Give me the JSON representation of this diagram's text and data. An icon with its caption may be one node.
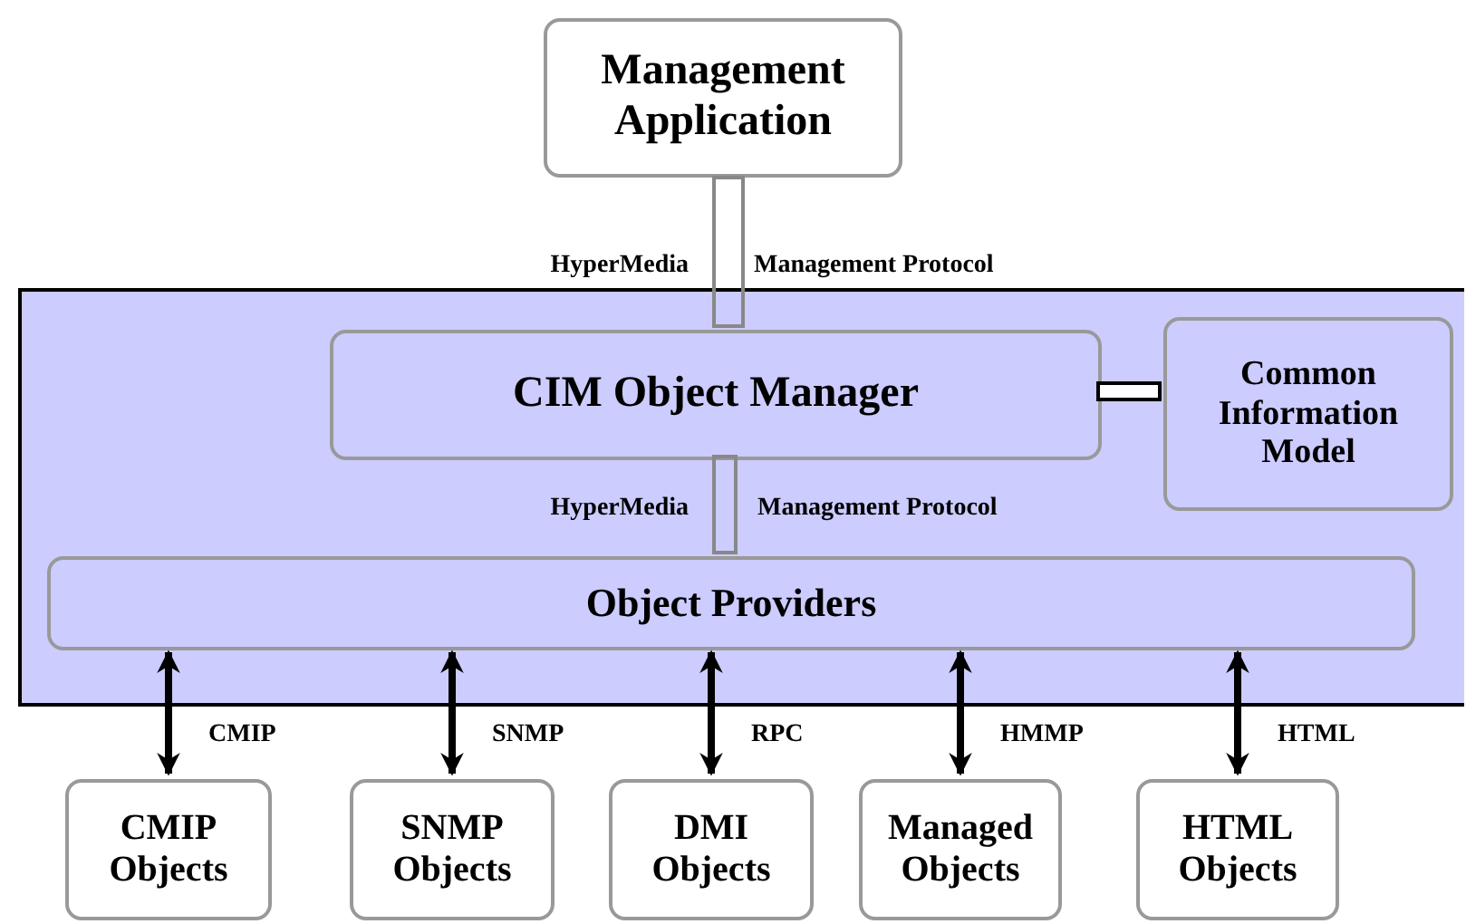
{
  "diagram": {
    "nodes": [
      {
        "text": [
          "Management Application"
        ]
      },
      {
        "text": [],
        "shape": "box"
      },
      {
        "text": [
          "CIM Object Manager"
        ],
        "in": 1
      },
      {
        "text": [
          "Common Information Model"
        ],
        "in": 1
      },
      {
        "text": [
          "Object Providers"
        ],
        "in": 1
      },
      {
        "text": [
          "CMIP Objects"
        ]
      },
      {
        "text": [
          "SNMP Objects"
        ]
      },
      {
        "text": [
          "DMI Objects"
        ]
      },
      {
        "text": [
          "Managed Objects"
        ]
      },
      {
        "text": [
          "HTML Objects"
        ]
      }
    ],
    "edges": [
      {
        "from": 0,
        "to": 2,
        "arrow": "none"
      },
      {
        "from": 2,
        "to": 4,
        "arrow": "none"
      },
      {
        "from": 2,
        "to": 3,
        "arrow": "none"
      },
      {
        "from": 4,
        "to": 5,
        "arrow": "both",
        "label": "CMIP"
      },
      {
        "from": 4,
        "to": 6,
        "arrow": "both",
        "label": "SNMP"
      },
      {
        "from": 4,
        "to": 7,
        "arrow": "both",
        "label": "RPC"
      },
      {
        "from": 4,
        "to": 8,
        "arrow": "both",
        "label": "HMMP"
      },
      {
        "from": 4,
        "to": 9,
        "arrow": "both",
        "label": "HTML"
      }
    ],
    "labels": [
      "HyperMedia",
      "Management Protocol",
      "HyperMedia",
      "Management Protocol"
    ]
  }
}
